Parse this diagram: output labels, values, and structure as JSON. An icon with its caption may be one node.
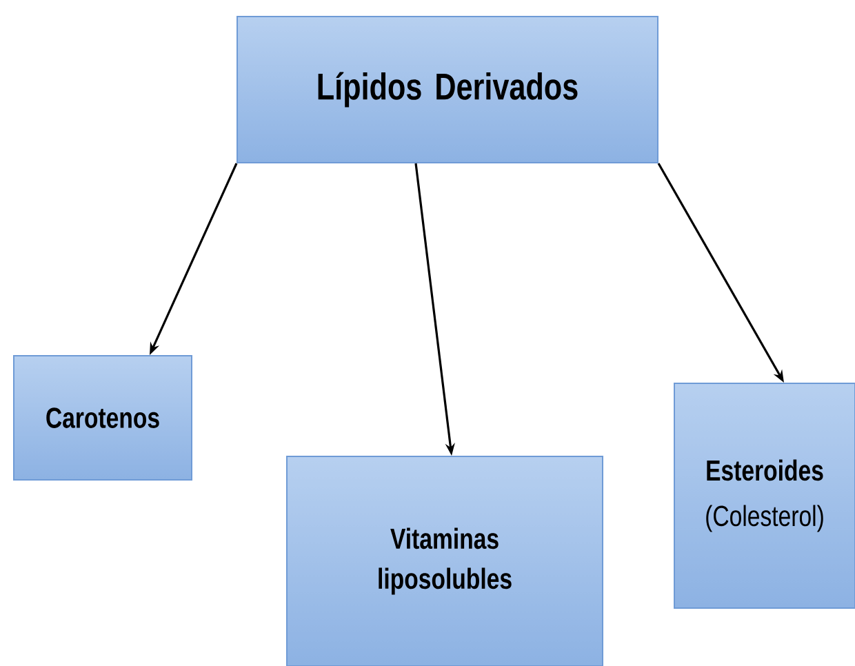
{
  "diagram": {
    "nodes": [
      {
        "text": [
          "Lípidos Derivados"
        ]
      },
      {
        "text": [
          "Carotenos"
        ]
      },
      {
        "text": [
          "Vitaminas liposolubles"
        ]
      },
      {
        "text": [
          "Esteroides",
          "(Colesterol)"
        ]
      }
    ],
    "edges": [
      {
        "from": 0,
        "to": 1,
        "arrow": "to"
      },
      {
        "from": 0,
        "to": 2,
        "arrow": "to"
      },
      {
        "from": 0,
        "to": 3,
        "arrow": "to"
      }
    ]
  }
}
